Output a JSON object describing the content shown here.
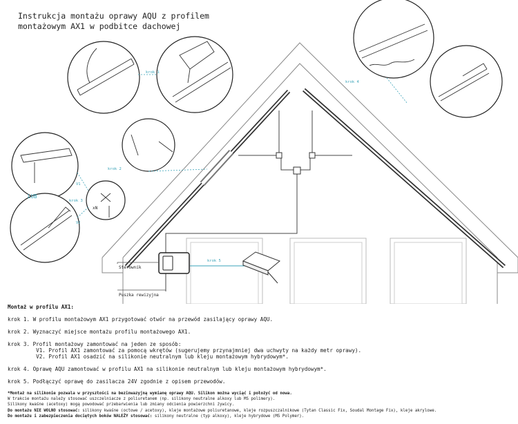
{
  "title": "Instrukcja montażu oprawy AQU z profilem montażowym AX1 w podbitce dachowej",
  "labels": {
    "krok1": "krok 1",
    "krok2": "krok 2",
    "krok3": "krok 3",
    "krok4": "krok 4",
    "krok5": "krok 5",
    "v1": "V1",
    "v2": "V2",
    "lub": "LUB",
    "xn": "xN",
    "sterownik": "Sterownik",
    "puszka": "Puszka rewizyjna"
  },
  "section_heading": "Montaż w profilu AX1:",
  "steps": [
    "krok 1. W profilu montażowym AX1 przygotować otwór na przewód zasilający oprawy AQU.",
    "krok 2. Wyznaczyć miejsce montażu profilu montażowego AX1.",
    "krok 3. Profil montażowy zamontować na jeden ze sposób:",
    "         V1. Profil AX1 zamontować za pomocą wkrętów (sugerujemy przynajmniej dwa uchwyty na każdy metr oprawy).",
    "         V2. Profil AX1 osadzić na silikonie neutralnym lub kleju montażowym hybrydowym*.",
    "krok 4. Oprawę AQU zamontować w profilu AX1 na silikonie neutralnym lub kleju montażowym hybrydowym*.",
    "krok 5. Podłączyć oprawę do zasilacza 24V zgodnie z opisem przewodów."
  ],
  "notes": {
    "n1": "*Montaż na silikonie pozwala w przyszłości na bezinwazyjną wymianę oprawy AQU. Silikon można wyciąć i położyć od nowa.",
    "n2": "W trakcie montażu należy stosować uszczelniacze z poliuretanem (np. silikony neutralne alkoxy lub MS polimery).",
    "n3": "Silikony kwaśne (acetoxy) mogą powodować przebarwienia lub zmiany odcienia powierzchni żywicy.",
    "n4_bold": "Do montażu NIE WOLNO stosować:",
    "n4_rest": " silikony kwaśne (octowe / acetoxy), kleje montażowe poliuretanowe, kleje rozpuszczalnikowe (Tytan Classic Fix, Soudal Montage Fix), kleje akrylowe.",
    "n5_bold": "Do montażu i zabezpieczenia dociętych boków NALEŻY stosować:",
    "n5_rest": " silikony neutralne (typ alkoxy), kleje hybrydowe (MS Polymer)."
  },
  "colors": {
    "accent": "#3aa3b8",
    "line": "#444444",
    "light_line": "#9a9a9a"
  }
}
